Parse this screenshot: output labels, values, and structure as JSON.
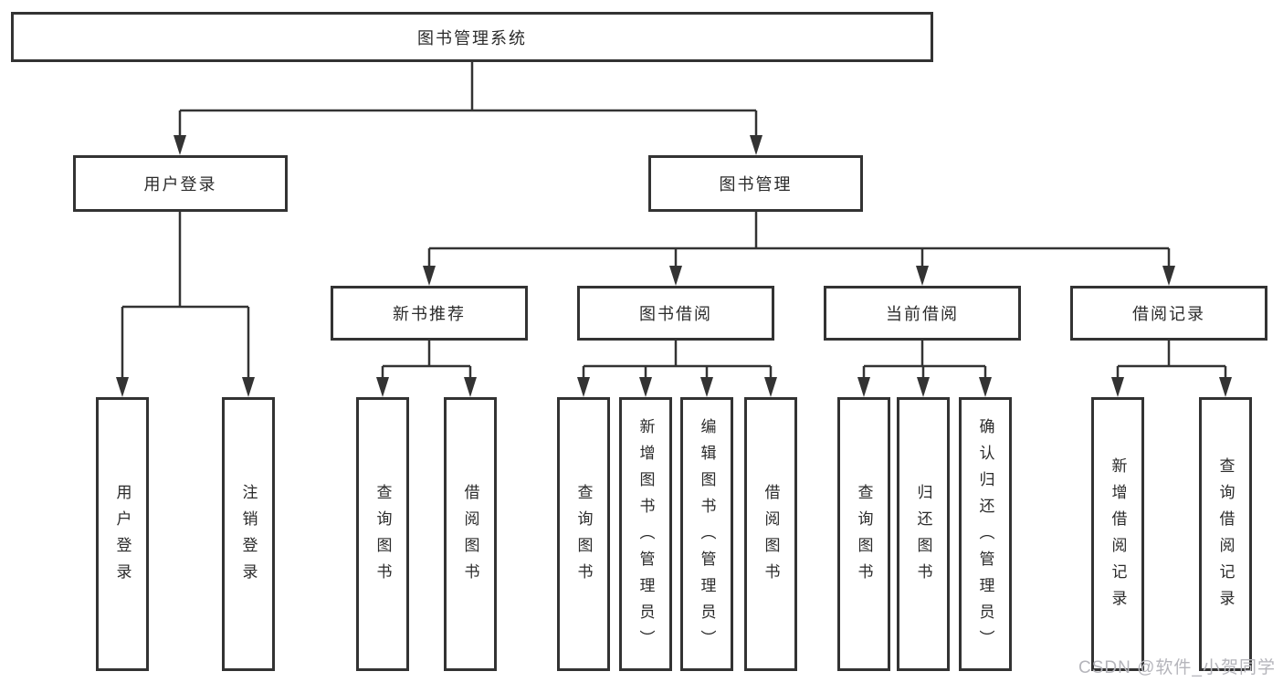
{
  "tree": {
    "root": "图书管理系统",
    "branches": [
      {
        "label": "用户登录",
        "children": [
          "用户登录",
          "注销登录"
        ]
      },
      {
        "label": "图书管理",
        "groups": [
          {
            "label": "新书推荐",
            "children": [
              "查询图书",
              "借阅图书"
            ]
          },
          {
            "label": "图书借阅",
            "children": [
              "查询图书",
              "新增图书（管理员）",
              "编辑图书（管理员）",
              "借阅图书"
            ]
          },
          {
            "label": "当前借阅",
            "children": [
              "查询图书",
              "归还图书",
              "确认归还（管理员）"
            ]
          },
          {
            "label": "借阅记录",
            "children": [
              "新增借阅记录",
              "查询借阅记录"
            ]
          }
        ]
      }
    ]
  },
  "colors": {
    "line": "#333333",
    "text": "#2b2b2b",
    "watermark": "#b5b5bb"
  },
  "watermark": {
    "text": "CSDN @软件_小贺同学"
  }
}
